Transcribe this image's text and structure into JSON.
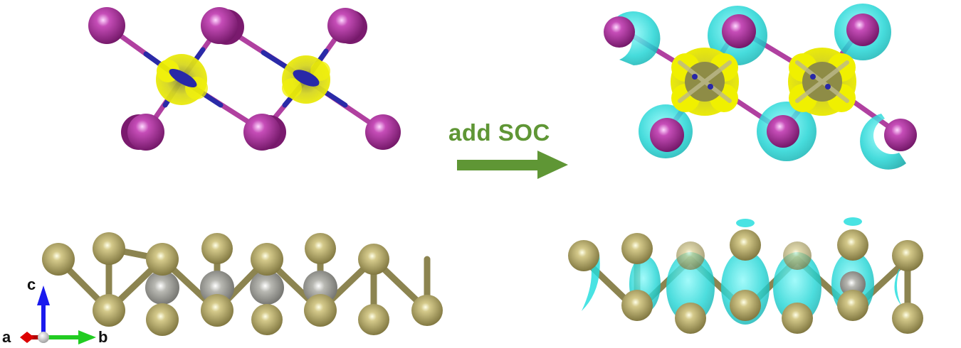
{
  "figure": {
    "arrow_label": "add SOC",
    "arrow_color": "#5f9635",
    "colors": {
      "iodine": "#a0288f",
      "metal_blue": "#2020a0",
      "yellow_isosurface": "#f0f000",
      "cyan_isosurface": "#22dddd",
      "sulfur_gold": "#9c9150",
      "metal_gray": "#8a8a86"
    },
    "axes": {
      "a": "a",
      "b": "b",
      "c": "c",
      "a_color": "#dd0000",
      "b_color": "#22cc22",
      "c_color": "#1a1aee"
    },
    "panels": [
      {
        "id": "top-left",
        "view": "top",
        "soc": false,
        "isosurface": "yellow"
      },
      {
        "id": "top-right",
        "view": "top",
        "soc": true,
        "isosurface": "yellow+cyan"
      },
      {
        "id": "bottom-left",
        "view": "side",
        "soc": false,
        "isosurface": "none"
      },
      {
        "id": "bottom-right",
        "view": "side",
        "soc": true,
        "isosurface": "cyan"
      }
    ]
  }
}
